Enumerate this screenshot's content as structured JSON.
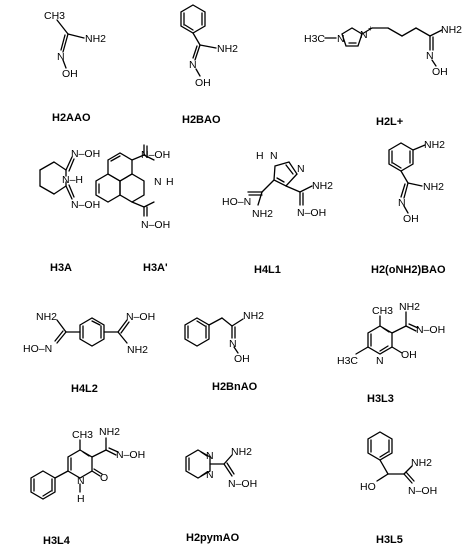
{
  "compounds": [
    {
      "name": "H2AAO",
      "atoms": {
        "ch3": "CH3",
        "nh2": "NH2",
        "n": "N",
        "oh": "OH"
      }
    },
    {
      "name": "H2BAO",
      "atoms": {
        "nh2": "NH2",
        "n": "N",
        "oh": "OH"
      }
    },
    {
      "name": "H2L+",
      "atoms": {
        "hetero": "H3C",
        "n1": "N",
        "n2": "N",
        "plus": "+",
        "nh2": "NH2",
        "n": "N",
        "oh": "OH"
      }
    },
    {
      "name": "H3A",
      "atoms": {
        "noh_top": "N–OH",
        "nh": "N–H",
        "noh_bot": "N–OH"
      }
    },
    {
      "name": "H3A'",
      "atoms": {
        "noh_top": "N–OH",
        "n": "N",
        "h": "H",
        "noh_bot": "N–OH"
      }
    },
    {
      "name": "H4L1",
      "atoms": {
        "h": "H",
        "n1": "N",
        "n2": "N",
        "left_noh": "HO–N",
        "left_nh2": "NH2",
        "right_nh2": "NH2",
        "right_noh": "N–OH"
      }
    },
    {
      "name": "H2(oNH2)BAO",
      "atoms": {
        "ring_nh2": "NH2",
        "nh2": "NH2",
        "n": "N",
        "oh": "OH"
      }
    },
    {
      "name": "H4L2",
      "atoms": {
        "left_nh2": "NH2",
        "left_hon": "HO–N",
        "right_noh": "N–OH",
        "right_nh2": "NH2"
      }
    },
    {
      "name": "H2BnAO",
      "atoms": {
        "nh2": "NH2",
        "n": "N",
        "oh": "OH"
      }
    },
    {
      "name": "H3L3",
      "atoms": {
        "ch3": "CH3",
        "nh2": "NH2",
        "noh": "N–OH",
        "h3c": "H3C",
        "n": "N",
        "oh": "OH"
      }
    },
    {
      "name": "H3L4",
      "atoms": {
        "ch3": "CH3",
        "nh2": "NH2",
        "noh": "N–OH",
        "n": "N",
        "h": "H",
        "o": "O"
      }
    },
    {
      "name": "H2pymAO",
      "atoms": {
        "n1": "N",
        "n2": "N",
        "nh2": "NH2",
        "noh": "N–OH"
      }
    },
    {
      "name": "H3L5",
      "atoms": {
        "ho": "HO",
        "nh2": "NH2",
        "noh": "N–OH"
      }
    }
  ]
}
